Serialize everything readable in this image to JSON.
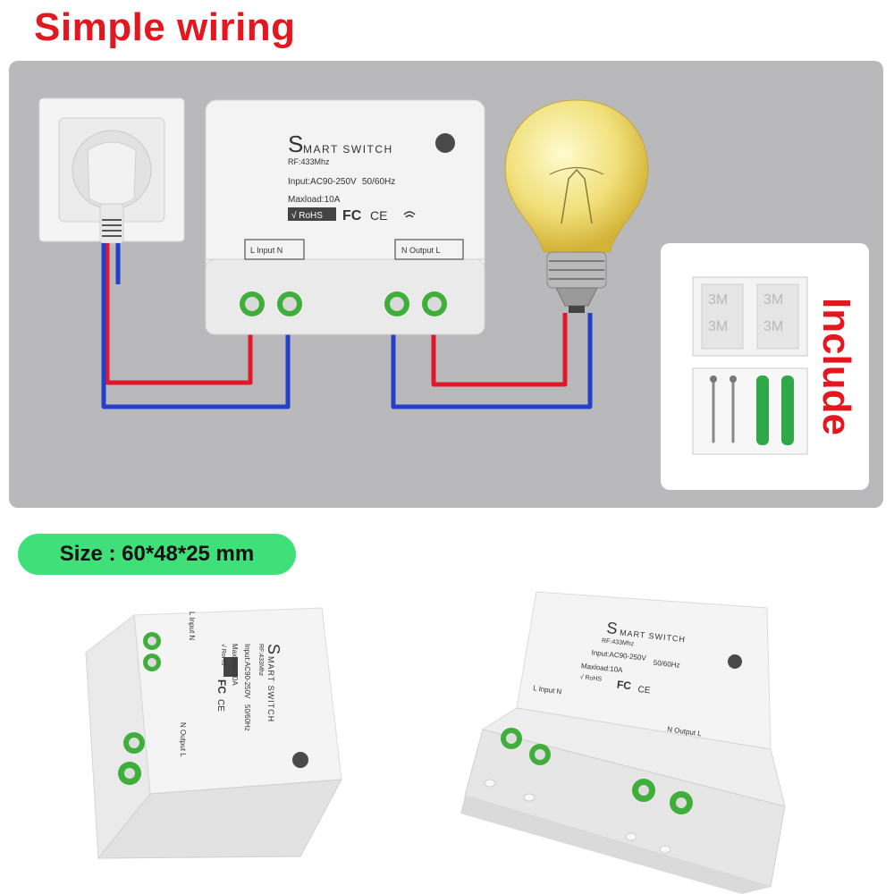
{
  "title": "Simple wiring",
  "size_label": "Size : 60*48*25 mm",
  "include_label": "Include",
  "device": {
    "logo_letter": "S",
    "name": "MART SWITCH",
    "rf": "RF:433Mhz",
    "input_rating": "Input:AC90-250V",
    "frequency": "50/60Hz",
    "maxload": "Maxload:10A",
    "rohs": "√ RoHS",
    "fc_mark": "FC",
    "ce_mark": "CE",
    "input_terminal": "L  Input  N",
    "output_terminal": "N Output  L"
  },
  "tape_text": "3M",
  "colors": {
    "title_red": "#e3171f",
    "panel_gray": "#b9b9bb",
    "pill_green": "#3fe07a",
    "wire_red": "#e0192a",
    "wire_blue": "#2440c9",
    "terminal_green": "#3fae3a",
    "anchor_green": "#2fa84a"
  }
}
